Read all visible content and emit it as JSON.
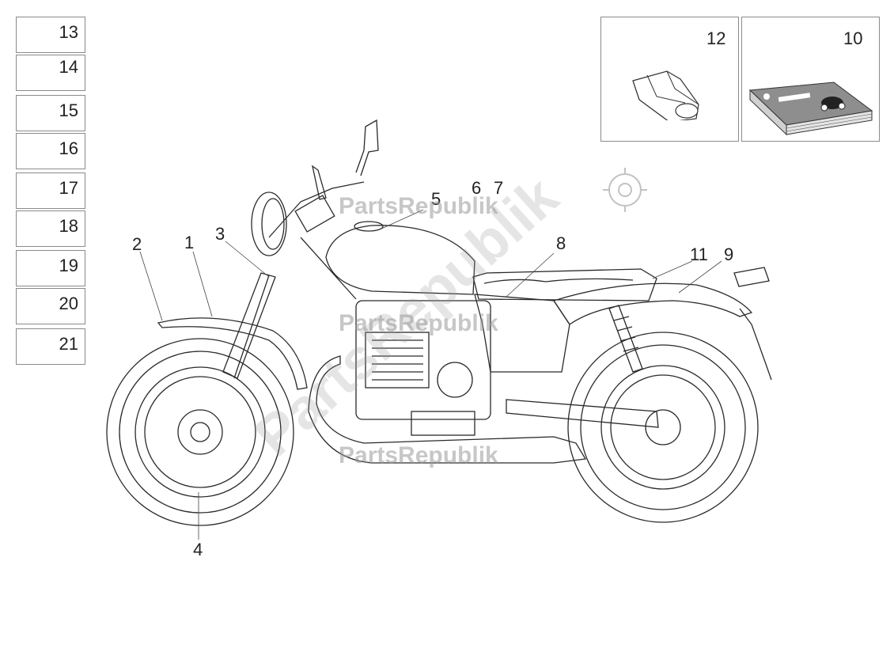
{
  "side_boxes": [
    "13",
    "14",
    "15",
    "16",
    "17",
    "18",
    "19",
    "20",
    "21"
  ],
  "kit_boxes": [
    {
      "number": "12",
      "item": "pouch-icon"
    },
    {
      "number": "10",
      "item": "manual-book-icon"
    }
  ],
  "callouts": {
    "c1": "1",
    "c2": "2",
    "c3": "3",
    "c4": "4",
    "c5": "5",
    "c6": "6",
    "c7": "7",
    "c8": "8",
    "c9": "9",
    "c11": "11"
  },
  "watermark": {
    "text": "PartsRepublik",
    "diagonal_text": "PartsRepublik"
  }
}
